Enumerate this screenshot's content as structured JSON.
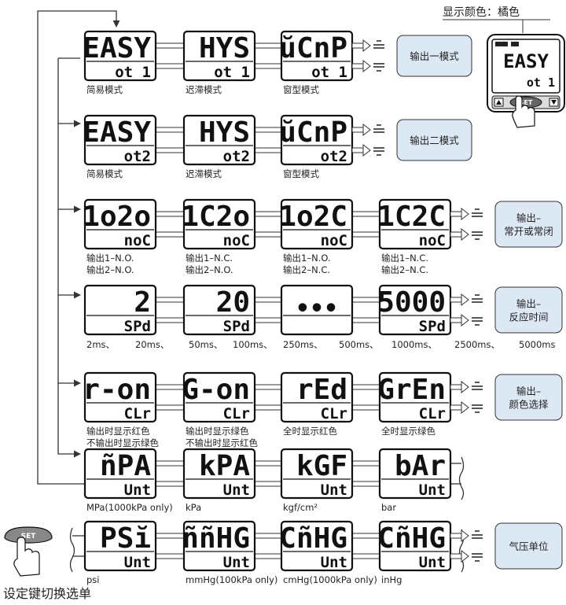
{
  "header": {
    "color_note": "显示颜色：橘色"
  },
  "device": {
    "top_text": "EASY",
    "bottom_text": "ot 1",
    "set_label": "SET"
  },
  "footer": {
    "set_key_caption": "设定键切换选单",
    "set_label": "SET"
  },
  "rows": [
    {
      "displays": [
        {
          "top": "EASY",
          "bottom": "ot 1",
          "label": [
            "简易模式"
          ]
        },
        {
          "top": "HYS",
          "bottom": "ot 1",
          "label": [
            "迟滞模式"
          ]
        },
        {
          "top": "ŭCnP",
          "bottom": "ot 1",
          "label": [
            "窗型模式"
          ]
        }
      ],
      "box": [
        "输出一模式"
      ]
    },
    {
      "displays": [
        {
          "top": "EASY",
          "bottom": "ot2",
          "label": [
            "简易模式"
          ]
        },
        {
          "top": "HYS",
          "bottom": "ot2",
          "label": [
            "迟滞模式"
          ]
        },
        {
          "top": "ŭCnP",
          "bottom": "ot2",
          "label": [
            "窗型模式"
          ]
        }
      ],
      "box": [
        "输出二模式"
      ]
    },
    {
      "displays": [
        {
          "top": "1o2o",
          "bottom": "noC",
          "label": [
            "输出1–N.O.",
            "输出2–N.O."
          ]
        },
        {
          "top": "1C2o",
          "bottom": "noC",
          "label": [
            "输出1–N.C.",
            "输出2–N.O."
          ]
        },
        {
          "top": "1o2C",
          "bottom": "noC",
          "label": [
            "输出1–N.O.",
            "输出2–N.C."
          ]
        },
        {
          "top": "1C2C",
          "bottom": "noC",
          "label": [
            "输出1–N.C.",
            "输出2–N.C."
          ]
        }
      ],
      "box": [
        "输出–",
        "常开或常闭"
      ]
    },
    {
      "displays": [
        {
          "top": "2",
          "bottom": "SPd"
        },
        {
          "top": "20",
          "bottom": "SPd"
        },
        {
          "top": "•••",
          "bottom": ""
        },
        {
          "top": "5000",
          "bottom": "SPd"
        }
      ],
      "box": [
        "输出–",
        "反应时间"
      ],
      "speed_options": [
        "2ms、",
        "20ms、",
        "50ms、",
        "100ms、",
        "250ms、",
        "500ms、",
        "1000ms、",
        "2500ms、",
        "5000ms"
      ]
    },
    {
      "displays": [
        {
          "top": "r-on",
          "bottom": "CLr",
          "label": [
            "输出时显示红色",
            "不输出时显示绿色"
          ]
        },
        {
          "top": "G-on",
          "bottom": "CLr",
          "label": [
            "输出时显示绿色",
            "不输出时显示红色"
          ]
        },
        {
          "top": "rEd",
          "bottom": "CLr",
          "label": [
            "全时显示红色"
          ]
        },
        {
          "top": "GrEn",
          "bottom": "CLr",
          "label": [
            "全时显示绿色"
          ]
        }
      ],
      "box": [
        "输出–",
        "颜色选择"
      ]
    },
    {
      "displays": [
        {
          "top": "ñPA",
          "bottom": "Unt",
          "label": [
            "MPa(1000kPa only)"
          ]
        },
        {
          "top": "kPA",
          "bottom": "Unt",
          "label": [
            "kPa"
          ]
        },
        {
          "top": "kGF",
          "bottom": "Unt",
          "label": [
            "kgf/cm²"
          ]
        },
        {
          "top": "bAr",
          "bottom": "Unt",
          "label": [
            "bar"
          ]
        }
      ]
    },
    {
      "displays": [
        {
          "top": "PSĭ",
          "bottom": "Unt",
          "label": [
            "psi"
          ]
        },
        {
          "top": "ññHG",
          "bottom": "Unt",
          "label": [
            "mmHg(100kPa only)"
          ]
        },
        {
          "top": "CñHG",
          "bottom": "Unt",
          "label": [
            "cmHg(1000kPa only)"
          ]
        },
        {
          "top": "CñHG",
          "bottom": "Unt",
          "label": [
            "inHg"
          ]
        }
      ],
      "box": [
        "气压单位"
      ]
    }
  ]
}
